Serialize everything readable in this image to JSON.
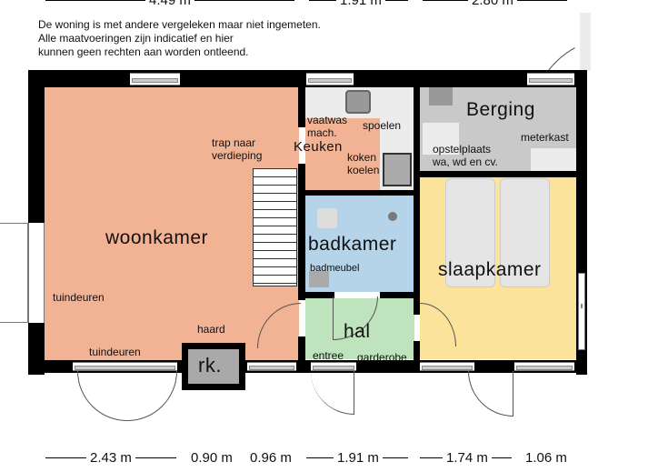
{
  "disclaimer": {
    "line1": "De woning is met andere vergeleken maar niet ingemeten.",
    "line2": "Alle maatvoeringen zijn indicatief en hier",
    "line3": "kunnen geen rechten aan worden ontleend."
  },
  "dimensions_top": [
    "4.49 m",
    "1.91 m",
    "2.80 m"
  ],
  "dimensions_bottom": [
    "2.43 m",
    "0.90 m",
    "0.96 m",
    "1.91 m",
    "1.74 m",
    "1.06 m"
  ],
  "rooms": {
    "woonkamer": {
      "name": "woonkamer",
      "color": "#f2b394"
    },
    "keuken": {
      "name": "Keuken",
      "color": "#f2b394"
    },
    "berging": {
      "name": "Berging",
      "color": "#c9c9c9"
    },
    "badkamer": {
      "name": "badkamer",
      "color": "#b5d4ea"
    },
    "slaapkamer": {
      "name": "slaapkamer",
      "color": "#fbe39b"
    },
    "hal": {
      "name": "hal",
      "color": "#bfe3bd"
    },
    "rk": {
      "name": "rk.",
      "color": "#a9a9a9"
    }
  },
  "labels": {
    "vaatwas": "vaatwas",
    "mach": "mach.",
    "spoelen": "spoelen",
    "koken": "koken",
    "koelen": "koelen",
    "trap1": "trap naar",
    "trap2": "verdieping",
    "meterkast": "meterkast",
    "opstel1": "opstelplaats",
    "opstel2": "wa, wd en cv.",
    "badmeubel": "badmeubel",
    "tuindeuren_side": "tuindeuren",
    "tuindeuren_bottom": "tuindeuren",
    "haard": "haard",
    "entree": "entree",
    "garderobe": "garderobe"
  }
}
